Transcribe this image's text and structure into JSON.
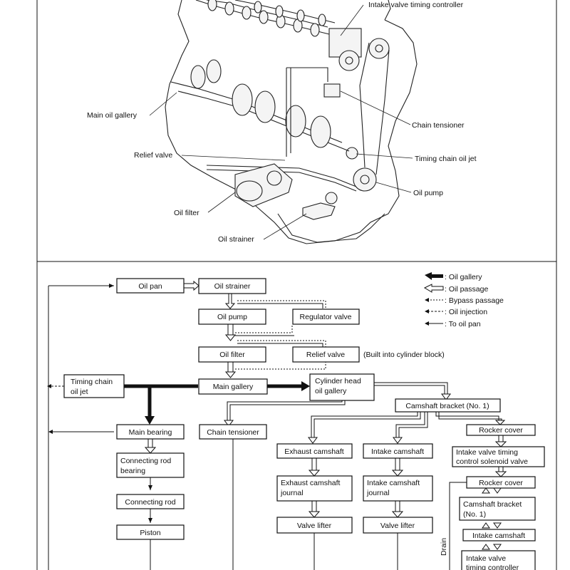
{
  "engine_illustration": {
    "labels": {
      "intake_valve_timing_controller": "Intake valve timing controller",
      "main_oil_gallery": "Main oil gallery",
      "chain_tensioner": "Chain tensioner",
      "relief_valve": "Relief valve",
      "timing_chain_oil_jet": "Timing chain oil jet",
      "oil_pump": "Oil pump",
      "oil_filter": "Oil filter",
      "oil_strainer": "Oil strainer"
    }
  },
  "legend": {
    "oil_gallery": ": Oil gallery",
    "oil_passage": ": Oil passage",
    "bypass_passage": ": Bypass passage",
    "oil_injection": ": Oil injection",
    "to_oil_pan": ": To oil pan"
  },
  "flow": {
    "oil_pan": "Oil pan",
    "oil_strainer": "Oil strainer",
    "oil_pump": "Oil pump",
    "regulator_valve": "Regulator valve",
    "oil_filter": "Oil filter",
    "relief_valve": "Relief valve",
    "built_into_block_note": "(Built into cylinder block)",
    "timing_chain_oil_jet": [
      "Timing chain",
      "oil jet"
    ],
    "main_gallery": "Main gallery",
    "cylinder_head_oil_gallery": [
      "Cylinder head",
      "oil gallery"
    ],
    "camshaft_bracket_no1": "Camshaft bracket (No. 1)",
    "main_bearing": "Main bearing",
    "chain_tensioner": "Chain tensioner",
    "exhaust_camshaft": "Exhaust camshaft",
    "intake_camshaft": "Intake camshaft",
    "rocker_cover": "Rocker cover",
    "ivtc_solenoid_valve": [
      "Intake valve timing",
      "control solenoid valve"
    ],
    "connecting_rod_bearing": [
      "Connecting rod",
      "bearing"
    ],
    "exhaust_camshaft_journal": [
      "Exhaust camshaft",
      "journal"
    ],
    "intake_camshaft_journal": [
      "Intake camshaft",
      "journal"
    ],
    "rocker_cover_2": "Rocker cover",
    "camshaft_bracket_no1_b": [
      "Camshaft bracket",
      "(No. 1)"
    ],
    "connecting_rod": "Connecting rod",
    "intake_camshaft_2": "Intake camshaft",
    "piston": "Piston",
    "valve_lifter_exhaust": "Valve lifter",
    "valve_lifter_intake": "Valve lifter",
    "intake_valve_timing_controller": [
      "Intake valve",
      "timing controller"
    ],
    "drain": "Drain"
  }
}
